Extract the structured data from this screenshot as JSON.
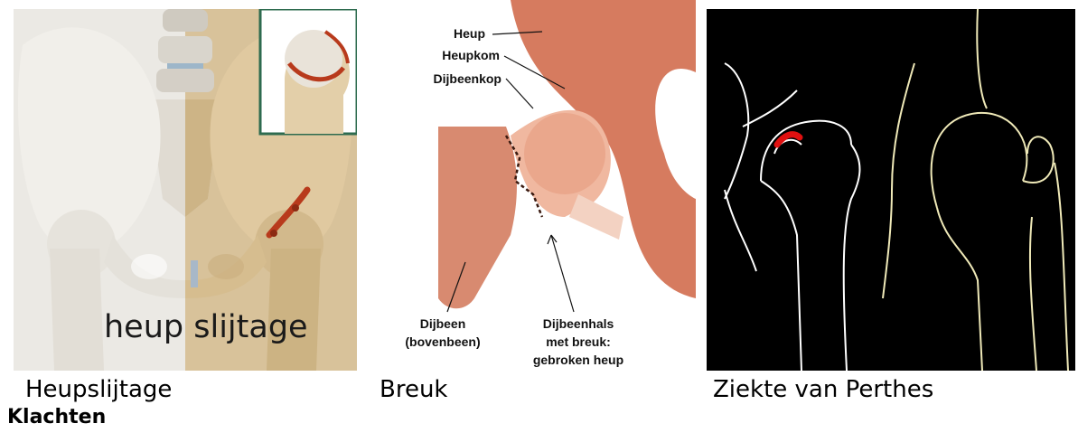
{
  "panels": [
    {
      "image_text": "heup slijtage",
      "caption": "Heupslijtage"
    },
    {
      "labels": {
        "heup": "Heup",
        "heupkom": "Heupkom",
        "dijbeenkop": "Dijbeenkop",
        "dijbeen_line1": "Dijbeen",
        "dijbeen_line2": "(bovenbeen)",
        "hals_line1": "Dijbeenhals",
        "hals_line2": "met breuk:",
        "hals_line3": "gebroken heup"
      },
      "caption": "Breuk"
    },
    {
      "caption": "Ziekte van Perthes"
    }
  ],
  "heading": "Klachten",
  "colors": {
    "bone_light": "#e6e3dc",
    "bone_tan": "#d8c29a",
    "inset_border": "#2e6b4f",
    "arthritis_red": "#b83a1c",
    "flesh": "#d9785c",
    "flesh_dark": "#b8583e",
    "xray_bg": "#000000",
    "xray_line_white": "#ffffff",
    "xray_line_cream": "#efe9b8",
    "perthes_red": "#e01010"
  }
}
